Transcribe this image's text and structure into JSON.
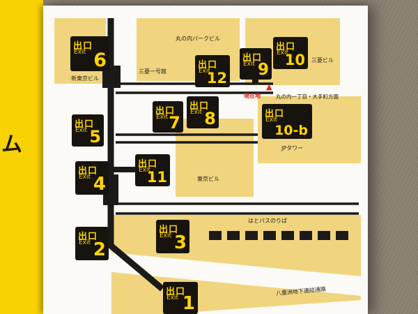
{
  "scene": {
    "strip_text": "ム",
    "colors": {
      "wall": "#8a8173",
      "strip": "#f8d203",
      "poster": "#fbfaf6"
    }
  },
  "map": {
    "colors": {
      "building": "#f0d57e",
      "street": "#fbfaf6",
      "corridor": "#1c1a18",
      "exit_bg": "#17130e",
      "exit_text": "#ffd400",
      "marker_red": "#d9251d"
    },
    "sign": {
      "kanji": "出口",
      "latin": "Exit"
    },
    "exits": {
      "e1": {
        "label": "1"
      },
      "e2": {
        "label": "2"
      },
      "e3": {
        "label": "3"
      },
      "e4": {
        "label": "4"
      },
      "e5": {
        "label": "5"
      },
      "e6": {
        "label": "6"
      },
      "e7": {
        "label": "7"
      },
      "e8": {
        "label": "8"
      },
      "e9": {
        "label": "9"
      },
      "e10": {
        "label": "10"
      },
      "e10b": {
        "label": "10-b"
      },
      "e11": {
        "label": "11"
      },
      "e12": {
        "label": "12"
      }
    },
    "labels": {
      "marunouchi_park": "丸の内パークビル",
      "mitsubishi_ichigokan": "三菱一号館",
      "mitsubishi_bldg": "三菱ビル",
      "shin_tokyo_bldg": "新東京ビル",
      "jp_tower": "JPタワー",
      "tokyo_bldg": "東京ビル",
      "hato_bus": "はとバスのりば",
      "yaesu_passage": "八重洲地下連結通路"
    },
    "marker": {
      "label": "現在地",
      "symbol": "▲"
    },
    "direction_label": "丸の内一丁目・大手町方面"
  }
}
